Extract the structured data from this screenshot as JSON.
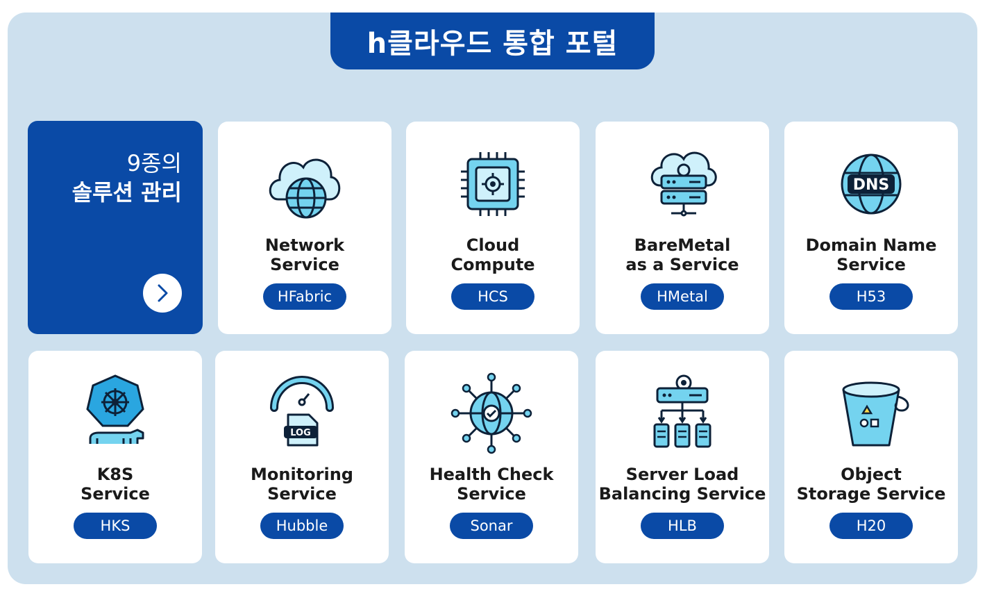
{
  "header": {
    "title": "h클라우드 통합 포털"
  },
  "promo": {
    "line1": "9종의",
    "line2": "솔루션 관리"
  },
  "colors": {
    "primary": "#0a4aa6",
    "panel": "#cde0ee",
    "icon_fill": "#74d3ef",
    "icon_stroke": "#0d2138"
  },
  "cards": [
    {
      "name1": "Network",
      "name2": "Service",
      "badge": "HFabric",
      "icon": "cloud-globe-icon"
    },
    {
      "name1": "Cloud",
      "name2": "Compute",
      "badge": "HCS",
      "icon": "cpu-chip-icon"
    },
    {
      "name1": "BareMetal",
      "name2": "as a Service",
      "badge": "HMetal",
      "icon": "cloud-server-icon"
    },
    {
      "name1": "Domain Name",
      "name2": "Service",
      "badge": "H53",
      "icon": "dns-globe-icon"
    },
    {
      "name1": "K8S",
      "name2": "Service",
      "badge": "HKS",
      "icon": "kubernetes-icon"
    },
    {
      "name1": "Monitoring",
      "name2": "Service",
      "badge": "Hubble",
      "icon": "gauge-log-icon"
    },
    {
      "name1": "Health Check",
      "name2": "Service",
      "badge": "Sonar",
      "icon": "network-globe-icon"
    },
    {
      "name1": "Server Load",
      "name2": "Balancing Service",
      "badge": "HLB",
      "icon": "load-balancer-icon"
    },
    {
      "name1": "Object",
      "name2": "Storage Service",
      "badge": "H20",
      "icon": "bucket-icon"
    }
  ]
}
